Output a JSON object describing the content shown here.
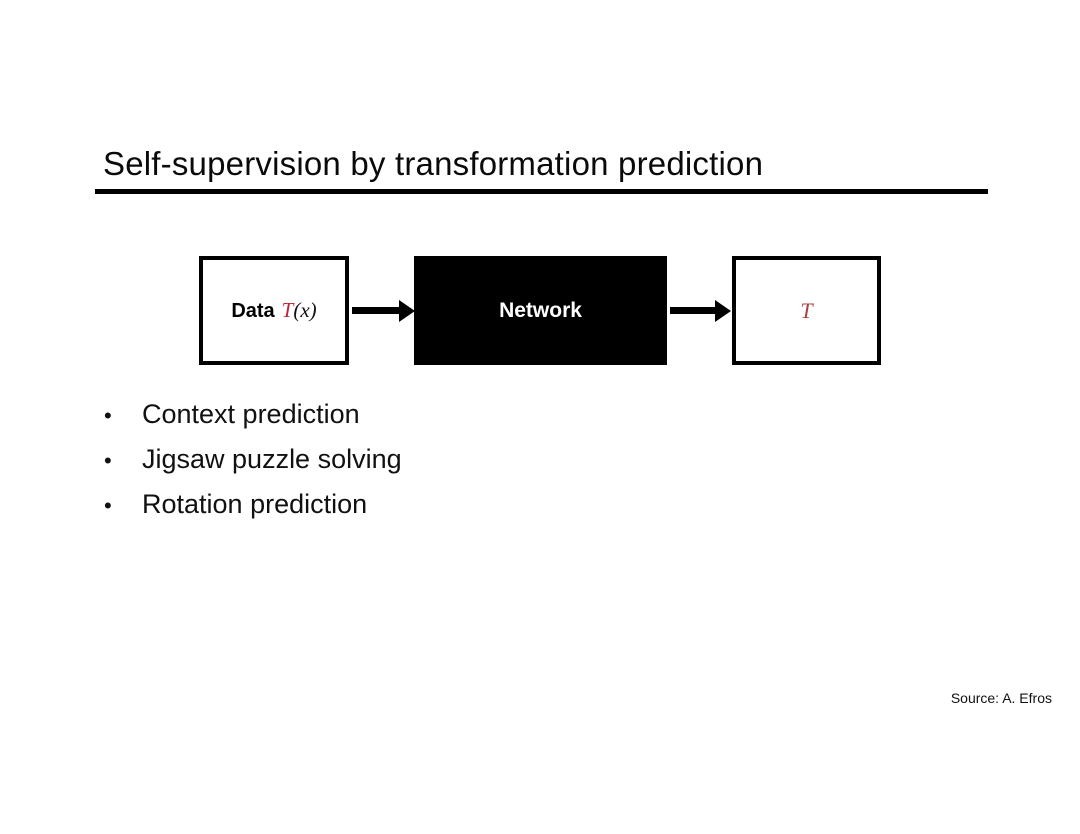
{
  "slide": {
    "title": "Self-supervision by transformation prediction",
    "background_color": "#ffffff",
    "rule_color": "#000000"
  },
  "diagram": {
    "type": "pipeline",
    "nodes": [
      {
        "id": "input",
        "label_prefix": "Data",
        "math_transform": "T",
        "math_arg": "(x)",
        "fill": "#ffffff",
        "border": "#000000",
        "text_color": "#000000",
        "accent_color": "#c0243a"
      },
      {
        "id": "network",
        "label": "Network",
        "fill": "#000000",
        "border": "#000000",
        "text_color": "#ffffff"
      },
      {
        "id": "output",
        "math_transform": "T",
        "fill": "#ffffff",
        "border": "#000000",
        "accent_color": "#a8423f"
      }
    ],
    "arrows": [
      {
        "id": "arrow-input-to-network",
        "from": "input",
        "to": "network"
      },
      {
        "id": "arrow-network-to-output",
        "from": "network",
        "to": "output"
      }
    ]
  },
  "bullets": {
    "marker": "•",
    "items": [
      {
        "text": "Context prediction"
      },
      {
        "text": "Jigsaw puzzle solving"
      },
      {
        "text": "Rotation prediction"
      }
    ]
  },
  "credit": {
    "text": "Source: A. Efros"
  }
}
